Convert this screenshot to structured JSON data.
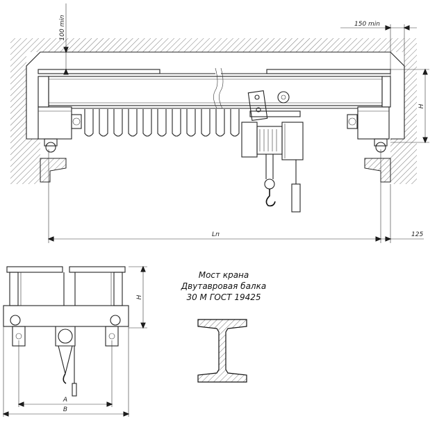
{
  "dimensions": {
    "top_clearance": "100 min",
    "side_clearance": "150 min",
    "height": "H",
    "span": "Lп",
    "rail_offset": "125",
    "side_height": "H",
    "wheel_track": "A",
    "overall_width": "B"
  },
  "caption": {
    "line1": "Мост крана",
    "line2": "Двутавровая балка",
    "line3": "30 М ГОСТ 19425"
  },
  "colors": {
    "line": "#222222",
    "background": "#ffffff"
  }
}
